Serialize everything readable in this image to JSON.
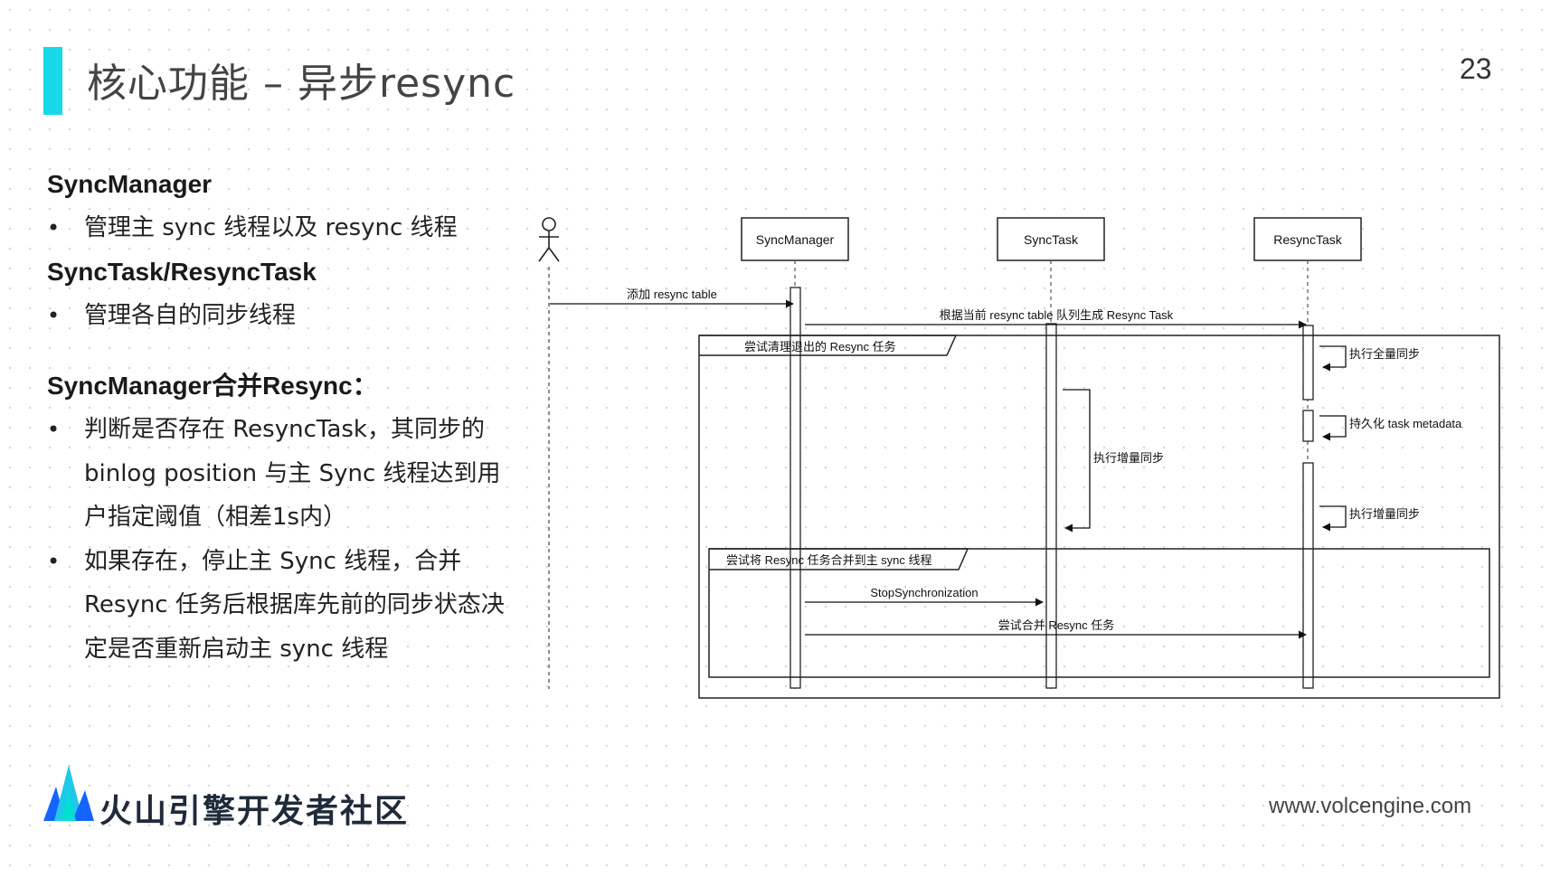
{
  "page": {
    "title": "核心功能 – 异步resync",
    "page_number": "23"
  },
  "content": {
    "h1": "SyncManager",
    "b1": "管理主 sync 线程以及 resync 线程",
    "h2": "SyncTask/ResyncTask",
    "b2": "管理各自的同步线程",
    "h3": "SyncManager合并Resync：",
    "b3": "判断是否存在 ResyncTask，其同步的 binlog position 与主 Sync 线程达到用户指定阈值（相差1s内）",
    "b4": "如果存在，停止主 Sync 线程，合并 Resync 任务后根据库先前的同步状态决定是否重新启动主 sync 线程"
  },
  "diagram": {
    "participants": {
      "sync_manager": "SyncManager",
      "sync_task": "SyncTask",
      "resync_task": "ResyncTask"
    },
    "messages": {
      "m1": "添加 resync table",
      "m2": "根据当前 resync table 队列生成 Resync Task",
      "m3": "执行全量同步",
      "m4": "持久化 task metadata",
      "m5": "执行增量同步",
      "m6": "执行增量同步",
      "m7": "StopSynchronization",
      "m8": "尝试合并 Resync 任务"
    },
    "frames": {
      "outer": "尝试清理退出的 Resync 任务",
      "inner": "尝试将 Resync 任务合并到主 sync 线程"
    }
  },
  "footer": {
    "brand": "火山引擎开发者社区",
    "url": "www.volcengine.com"
  },
  "colors": {
    "accent": "#16d8e6",
    "logo_blue": "#1664ff"
  }
}
